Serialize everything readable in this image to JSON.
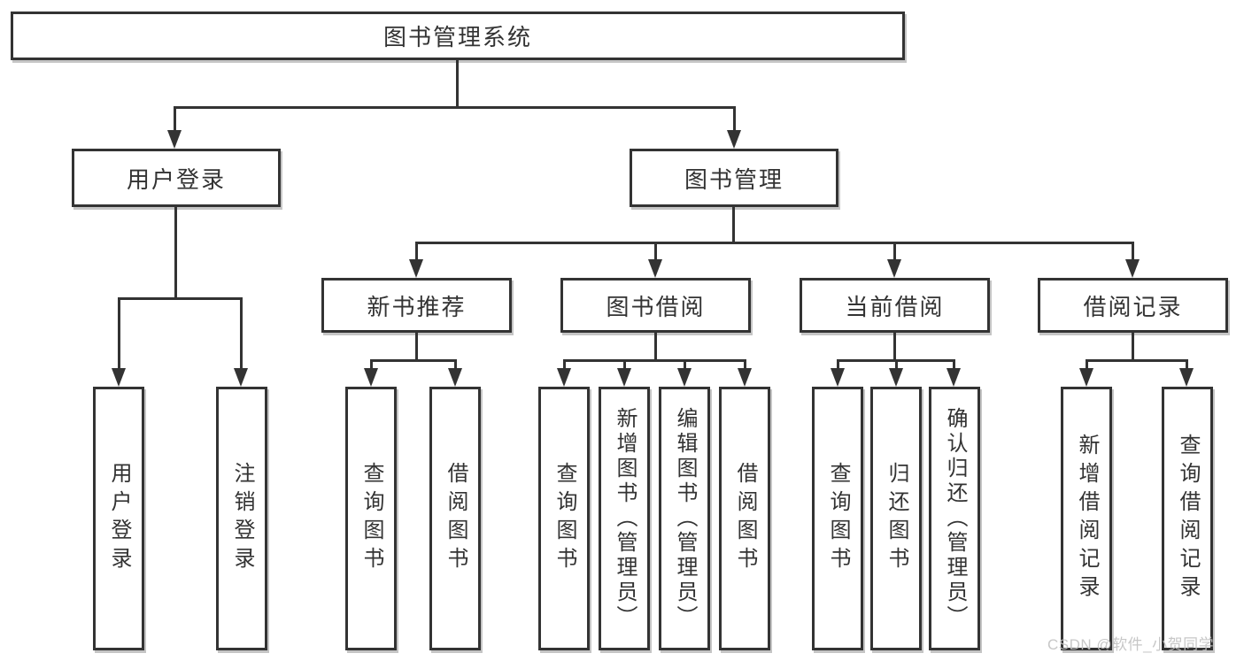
{
  "diagram": {
    "root": "图书管理系统",
    "level2": [
      "用户登录",
      "图书管理"
    ],
    "level3": [
      "新书推荐",
      "图书借阅",
      "当前借阅",
      "借阅记录"
    ],
    "leaves": {
      "user_login": [
        "用户登录",
        "注销登录"
      ],
      "new_book_recommendation": [
        "查询图书",
        "借阅图书"
      ],
      "book_borrowing": [
        "查询图书",
        "新增图书（管理员）",
        "编辑图书（管理员）",
        "借阅图书"
      ],
      "current_borrowing": [
        "查询图书",
        "归还图书",
        "确认归还（管理员）"
      ],
      "borrowing_records": [
        "新增借阅记录",
        "查询借阅记录"
      ]
    }
  },
  "watermark": {
    "text": "CSDN @软件_小贺同学"
  },
  "colors": {
    "line": "#333333",
    "box_border": "#333333",
    "box_background": "#ffffff",
    "text": "#333333",
    "watermark": "#c2c2c2",
    "page_background": "#ffffff"
  }
}
